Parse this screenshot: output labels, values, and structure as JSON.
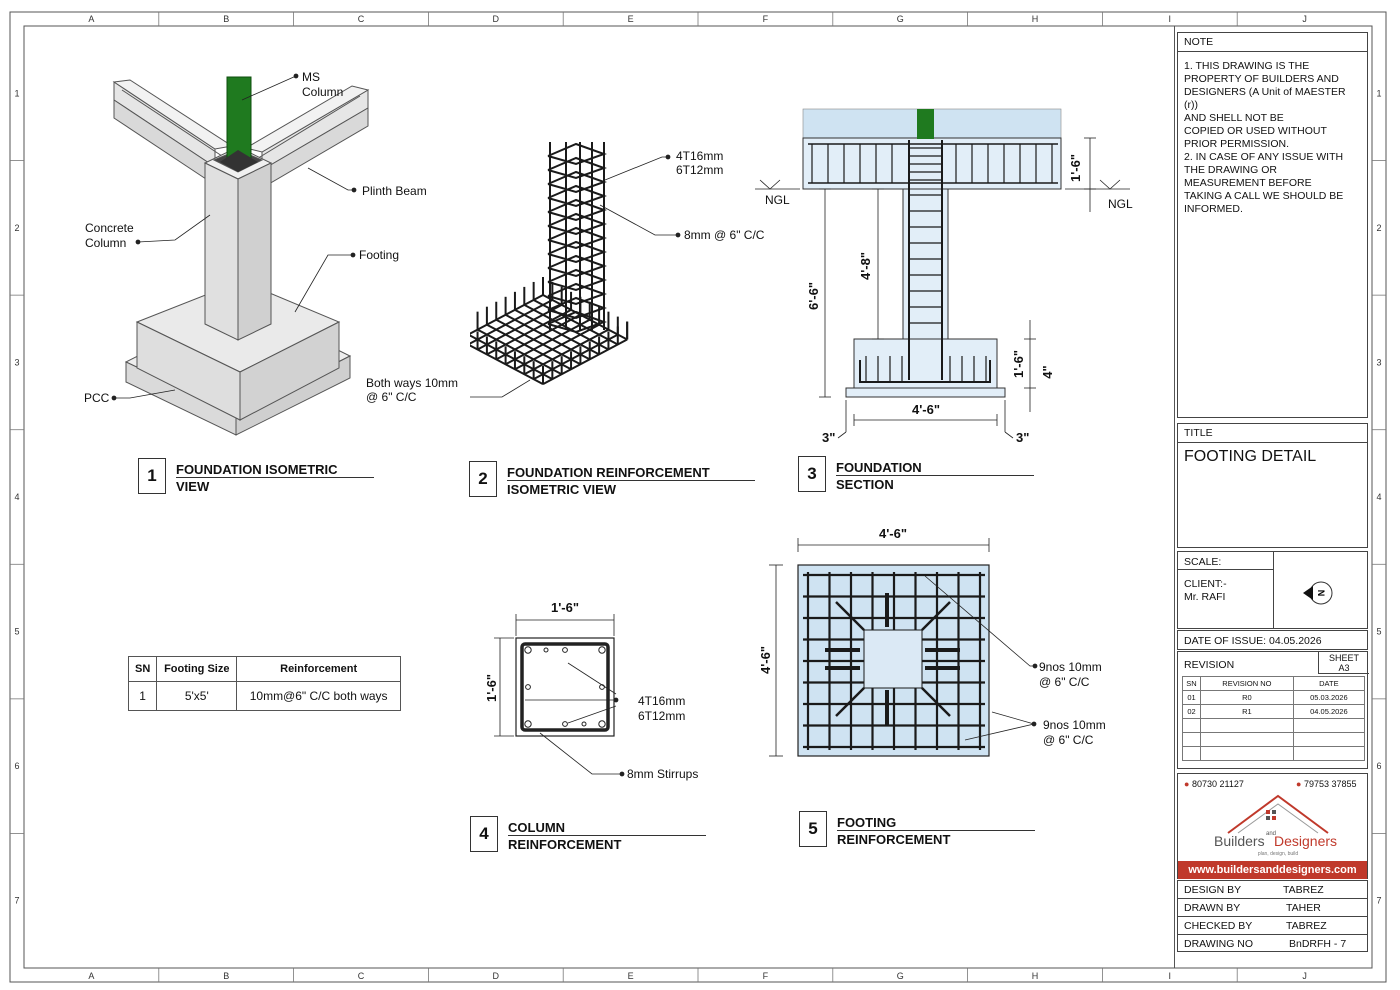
{
  "grid": {
    "columns": [
      "A",
      "B",
      "C",
      "D",
      "E",
      "F",
      "G",
      "H",
      "I",
      "J"
    ],
    "rows": [
      "1",
      "2",
      "3",
      "4",
      "5",
      "6",
      "7"
    ]
  },
  "views": {
    "v1": {
      "num": "1",
      "title_line1": "FOUNDATION ISOMETRIC",
      "title_line2": "VIEW",
      "labels": {
        "ms_column_1": "MS",
        "ms_column_2": "Column",
        "plinth_beam": "Plinth Beam",
        "concrete_column_1": "Concrete",
        "concrete_column_2": "Column",
        "footing": "Footing",
        "pcc": "PCC"
      }
    },
    "v2": {
      "num": "2",
      "title_line1": "FOUNDATION REINFORCEMENT",
      "title_line2": "ISOMETRIC VIEW",
      "labels": {
        "main_bars_1": "4T16mm",
        "main_bars_2": "6T12mm",
        "stirrups": "8mm @ 6\" C/C",
        "mesh_1": "Both ways 10mm",
        "mesh_2": "@ 6\" C/C"
      }
    },
    "v3": {
      "num": "3",
      "title_line1": "FOUNDATION",
      "title_line2": "SECTION",
      "labels": {
        "ngl_left": "NGL",
        "ngl_right": "NGL",
        "d_plinth": "1'-6\"",
        "d_total": "6'-6\"",
        "d_col": "4'-8\"",
        "d_footing": "1'-6\"",
        "d_pcc": "4\"",
        "d_width": "4'-6\"",
        "d_off_left": "3\"",
        "d_off_right": "3\""
      }
    },
    "v4": {
      "num": "4",
      "title_line1": "COLUMN",
      "title_line2": "REINFORCEMENT",
      "labels": {
        "w": "1'-6\"",
        "h": "1'-6\"",
        "bars_1": "4T16mm",
        "bars_2": "6T12mm",
        "stirrups": "8mm Stirrups"
      }
    },
    "v5": {
      "num": "5",
      "title_line1": "FOOTING",
      "title_line2": "REINFORCEMENT",
      "labels": {
        "w": "4'-6\"",
        "h": "4'-6\"",
        "bars_a_1": "9nos 10mm",
        "bars_a_2": "@ 6\" C/C",
        "bars_b_1": "9nos 10mm",
        "bars_b_2": "@ 6\" C/C"
      }
    }
  },
  "schedule": {
    "headers": [
      "SN",
      "Footing Size",
      "Reinforcement"
    ],
    "rows": [
      [
        "1",
        "5'x5'",
        "10mm@6\" C/C both ways"
      ]
    ]
  },
  "title_block": {
    "note_label": "NOTE",
    "notes": [
      "1. THIS DRAWING IS THE",
      "PROPERTY OF BUILDERS AND",
      "DESIGNERS (A Unit of MAESTER (r))",
      "AND SHELL NOT BE",
      "COPIED OR USED WITHOUT",
      "PRIOR PERMISSION.",
      "2. IN CASE OF ANY ISSUE WITH",
      "THE DRAWING OR",
      "MEASUREMENT BEFORE",
      "TAKING A CALL WE SHOULD BE",
      "INFORMED."
    ],
    "title_label": "TITLE",
    "title": "FOOTING DETAIL",
    "scale_label": "SCALE:",
    "client_label": "CLIENT:-",
    "client": "Mr. RAFI",
    "north": "N",
    "date_label": "DATE OF ISSUE:",
    "date": "04.05.2026",
    "revision_label": "REVISION",
    "sheet_label": "SHEET",
    "sheet": "A3",
    "rev_headers": [
      "SN",
      "REVISION NO",
      "DATE"
    ],
    "revisions": [
      [
        "01",
        "R0",
        "05.03.2026"
      ],
      [
        "02",
        "R1",
        "04.05.2026"
      ]
    ],
    "phone_1": "80730 21127",
    "phone_2": "79753 37855",
    "brand_1": "Builders",
    "brand_and": "and",
    "brand_2": "Designers",
    "tagline": "plan, design, build",
    "website": "www.buildersanddesigners.com",
    "design_by_label": "DESIGN BY",
    "design_by": "TABREZ",
    "drawn_by_label": "DRAWN BY",
    "drawn_by": "TAHER",
    "checked_by_label": "CHECKED BY",
    "checked_by": "TABREZ",
    "drawing_no_label": "DRAWING NO",
    "drawing_no": "BnDRFH - 7"
  },
  "colors": {
    "steel_green": "#1f7a1f",
    "soil_blue": "#cfe3f2",
    "concrete": "#e4e4e4",
    "brand_red": "#c0392b"
  }
}
